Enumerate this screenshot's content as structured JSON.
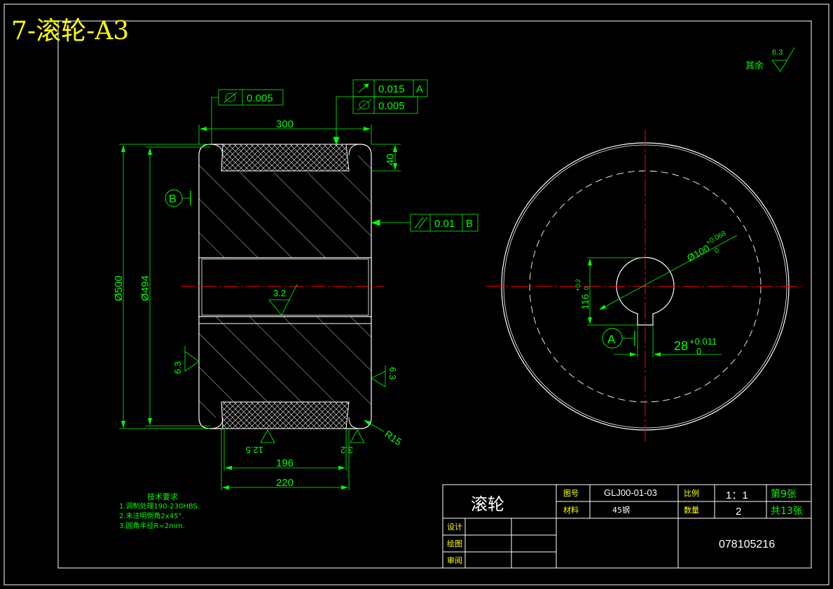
{
  "sheet_title": "7-滚轮-A3",
  "colors": {
    "background": "#000000",
    "outline": "#ffffff",
    "dimension": "#00ff00",
    "centerline": "#ff0000",
    "sheet_title": "#ffff00",
    "table_label": "#ffff00",
    "hidden": "#ffffff"
  },
  "roughness": {
    "other_label": "其余",
    "other_value": "6.3",
    "bore": "3.2",
    "left_face": "6.3",
    "right_face": "6.3",
    "rim_bottom": "12.5",
    "rim_right": "3.2"
  },
  "tolerances": {
    "flatness_left": {
      "symbol": "circularity-icon",
      "value": "0.005"
    },
    "runout": {
      "symbol": "runout-icon",
      "value": "0.015",
      "datum": "A"
    },
    "cylindricity_right": {
      "symbol": "cylindricity-icon",
      "value": "0.005"
    },
    "parallelism": {
      "symbol": "parallel-icon",
      "value": "0.01",
      "datum": "B"
    }
  },
  "datums": {
    "B": "B",
    "A": "A"
  },
  "dimensions": {
    "width_overall": "300",
    "rim_depth": "40",
    "dia_outer": "Ø500",
    "dia_inner": "Ø494",
    "width_196": "196",
    "width_220": "220",
    "radius": "R15",
    "bore_dia": "Ø100",
    "bore_tol_upper": "+0.068",
    "bore_tol_lower": "0",
    "keyway_depth": "116",
    "keyway_depth_upper": "+0.2",
    "keyway_depth_lower": "0",
    "keyway_width": "28",
    "keyway_width_upper": "+0.011",
    "keyway_width_lower": "0"
  },
  "tech_requirements": {
    "heading": "技术要求",
    "items": [
      "1.调制处理190-230HBS.",
      "2.未注明倒角2x45°.",
      "3.圆角半径R=2mm."
    ]
  },
  "title_block": {
    "part_name": "滚轮",
    "drawing_no_label": "图号",
    "drawing_no": "GLJ00-01-03",
    "scale_label": "比例",
    "scale": "1：1",
    "sheet_no": "第9张",
    "material_label": "材料",
    "material": "45钢",
    "quantity_label": "数量",
    "quantity": "2",
    "sheet_total": "共13张",
    "designed_label": "设计",
    "drawn_label": "绘图",
    "approved_label": "审阅",
    "code": "078105216"
  }
}
